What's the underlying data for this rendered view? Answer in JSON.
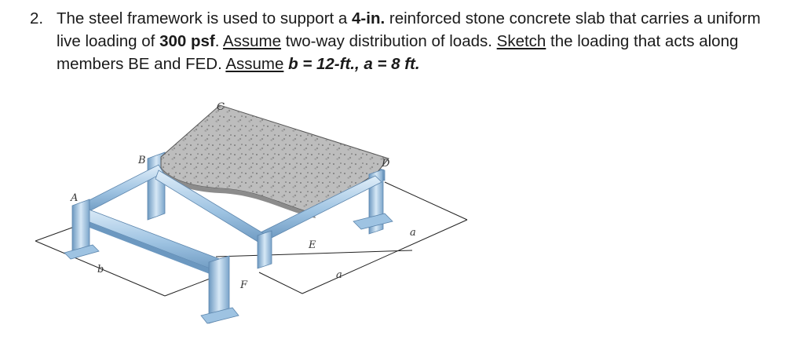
{
  "problem": {
    "number": "2.",
    "line1": {
      "t1": "The steel framework is used to support a ",
      "b1": "4-in.",
      "t2": " reinforced stone concrete slab that carries a uniform"
    },
    "line2": {
      "t1": "live loading of ",
      "b1": "300 psf",
      "t2": ". ",
      "u1": "Assume",
      "t3": " two-way distribution of loads. ",
      "u2": "Sketch",
      "t4": " the loading that acts along"
    },
    "line3": {
      "t1": "members BE and FED. ",
      "u1": "Assume",
      "t2": " ",
      "bi1": "b = 12-ft., a = 8 ft."
    }
  },
  "figure": {
    "labels": {
      "A": "A",
      "B": "B",
      "C": "C",
      "D": "D",
      "E": "E",
      "F": "F",
      "a1": "a",
      "a2": "a",
      "b": "b"
    },
    "colors": {
      "steel_light": "#cfe3f3",
      "steel_mid": "#9ec3e2",
      "steel_dark": "#6c98c0",
      "slab": "#bdbdbd",
      "slab_dots": "#8a8a8a"
    }
  }
}
